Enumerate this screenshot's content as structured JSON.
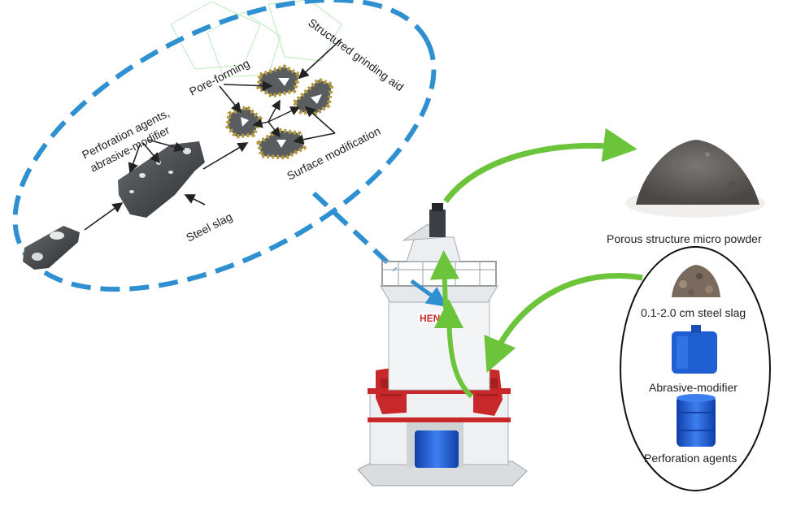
{
  "labels": {
    "pore_forming": "Pore-forming",
    "perforation_line1": "Perforation agents,",
    "perforation_line2": "abrasive-modifier",
    "structured_grinding_aid": "Structured grinding aid",
    "surface_modification": "Surface modification",
    "steel_slag": "Steel slag",
    "porous_powder": "Porous structure micro powder",
    "slag_size": "0.1-2.0 cm steel slag",
    "abrasive_modifier": "Abrasive-modifier",
    "perforation_agents": "Perforation agents"
  },
  "mill_brand": "HENAN",
  "colors": {
    "dashed_blue": "#2e8fd1",
    "flow_green": "#6cc43a",
    "mill_red": "#c8282a",
    "drum_blue": "#1f5fd1",
    "slag_dark": "#3a3c3e",
    "particle_ring": "#b59a3a"
  }
}
